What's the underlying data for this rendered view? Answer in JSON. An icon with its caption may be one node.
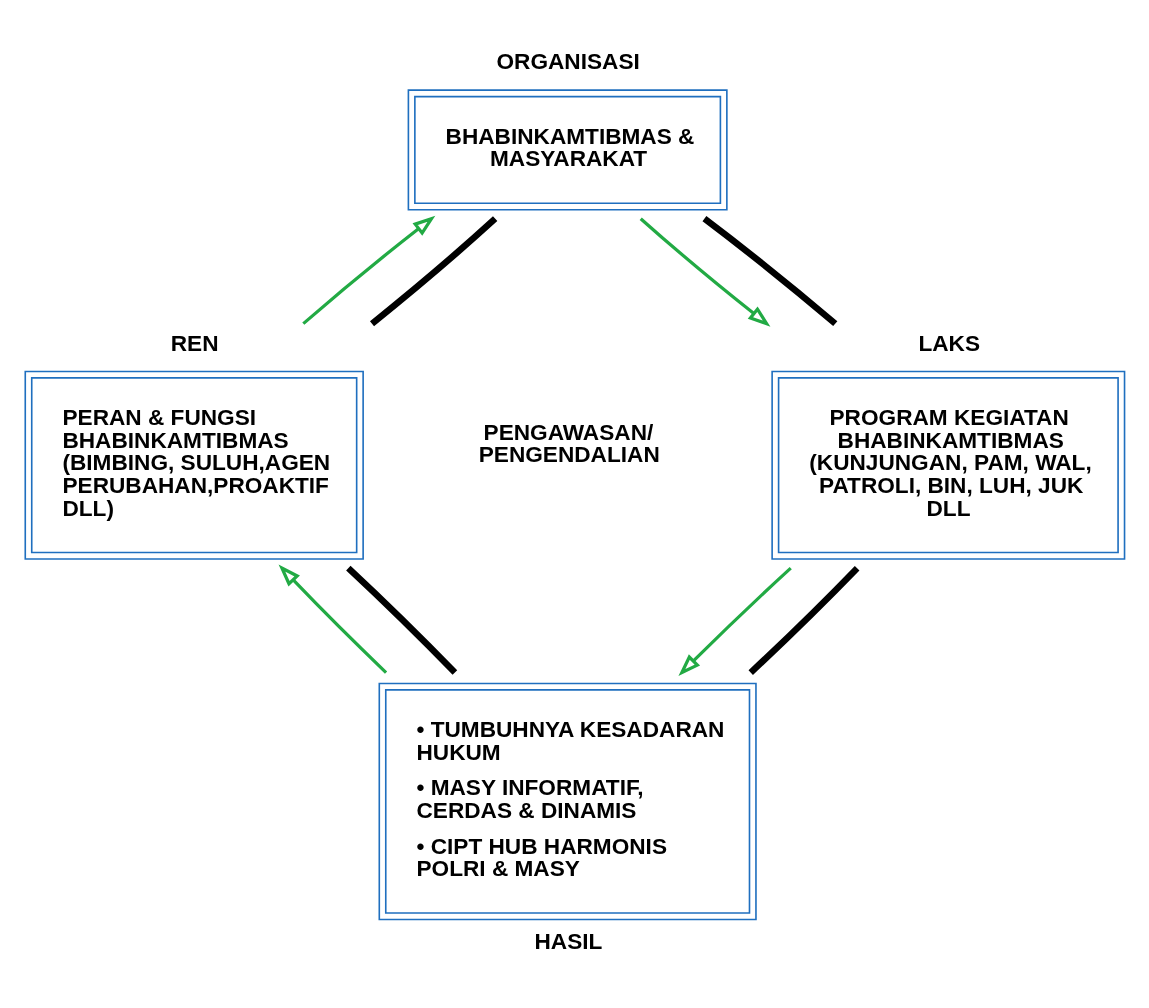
{
  "diagram": {
    "nodes": [
      {
        "text": [
          "BHABINKAMTIBMAS & MASYARAKAT"
        ],
        "beside": [
          "ORGANISASI"
        ]
      },
      {
        "text": [
          "PROGRAM KEGIATAN BHABINKAMTIBMAS (KUNJUNGAN, PAM, WAL, PATROLI, BIN, LUH, JUK DLL"
        ],
        "beside": [
          "LAKS"
        ]
      },
      {
        "text": [
          "• TUMBUHNYA KESADARAN HUKUM",
          "• MASY INFORMATIF, CERDAS & DINAMIS",
          "• CIPT HUB HARMONIS POLRI & MASY"
        ],
        "beside": [
          "HASIL"
        ]
      },
      {
        "text": [
          "PERAN & FUNGSI BHABINKAMTIBMAS (BIMBING, SULUH,AGEN PERUBAHAN,PROAKTIF DLL)"
        ],
        "beside": [
          "REN"
        ]
      }
    ],
    "edges": [
      {
        "from": 3,
        "to": 0,
        "arrow": "to",
        "color": "#22aa44"
      },
      {
        "from": 0,
        "to": 1,
        "arrow": "to",
        "color": "#22aa44"
      },
      {
        "from": 1,
        "to": 2,
        "arrow": "to",
        "color": "#22aa44"
      },
      {
        "from": 2,
        "to": 3,
        "arrow": "to",
        "color": "#22aa44"
      },
      {
        "from": 3,
        "to": 0,
        "arrow": "none",
        "style": "thick",
        "color": "#000000"
      },
      {
        "from": 0,
        "to": 1,
        "arrow": "none",
        "style": "thick",
        "color": "#000000"
      },
      {
        "from": 1,
        "to": 2,
        "arrow": "none",
        "style": "thick",
        "color": "#000000"
      },
      {
        "from": 2,
        "to": 3,
        "arrow": "none",
        "style": "thick",
        "color": "#000000"
      }
    ],
    "labels": [
      "PENGAWASAN/ PENGENDALIAN"
    ]
  }
}
